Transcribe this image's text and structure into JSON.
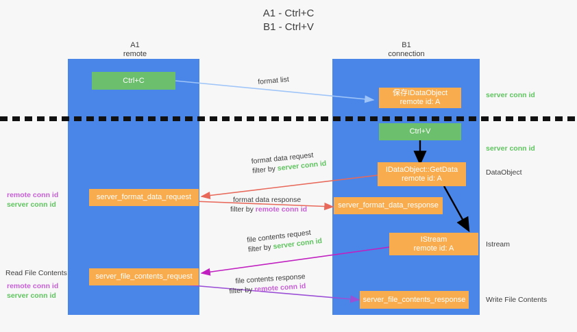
{
  "title": {
    "line1": "A1 - Ctrl+C",
    "line2": "B1 - Ctrl+V"
  },
  "columns": [
    {
      "name": "A1",
      "role": "remote"
    },
    {
      "name": "B1",
      "role": "connection"
    }
  ],
  "nodes": {
    "ctrl_c": "Ctrl+C",
    "ctrl_v": "Ctrl+V",
    "idataobject_title": "保存IDataObject",
    "idataobject_sub": "remote id: A",
    "getdata_title": "IDataObject::GetData",
    "getdata_sub": "remote id: A",
    "istream_title": "IStream",
    "istream_sub": "remote id: A",
    "server_format_data_request": "server_format_data_request",
    "server_format_data_response": "server_format_data_response",
    "server_file_contents_request": "server_file_contents_request",
    "server_file_contents_response": "server_file_contents_response"
  },
  "edges": {
    "format_list": "format list",
    "format_data_request": "format data request",
    "format_data_response": "format data response",
    "file_contents_request": "file contents request",
    "file_contents_response": "file contents response",
    "filter_by": "filter by",
    "server_conn_id": "server conn id",
    "remote_conn_id": "remote conn id"
  },
  "right_labels": {
    "server_conn_id_top": "server conn id",
    "server_conn_id_mid": "server conn id",
    "dataobject": "DataObject",
    "istream": "Istream",
    "write_file_contents": "Write File Contents"
  },
  "left_labels": {
    "remote_conn_id_1": "remote conn id",
    "server_conn_id_1": "server conn id",
    "read_file_contents": "Read File Contents",
    "remote_conn_id_2": "remote conn id",
    "server_conn_id_2": "server conn id"
  },
  "colors": {
    "lane": "#4a86e8",
    "green_box": "#6cbf6c",
    "orange_box": "#f9ac4e",
    "green_text": "#5fc45f",
    "purple_text": "#c75fd6",
    "arrow_blue": "#9fc5f8",
    "arrow_red": "#e8685a",
    "arrow_magenta": "#c020c0",
    "arrow_purple": "#9b4fd6",
    "arrow_black": "#000000",
    "background": "#f7f7f7"
  }
}
